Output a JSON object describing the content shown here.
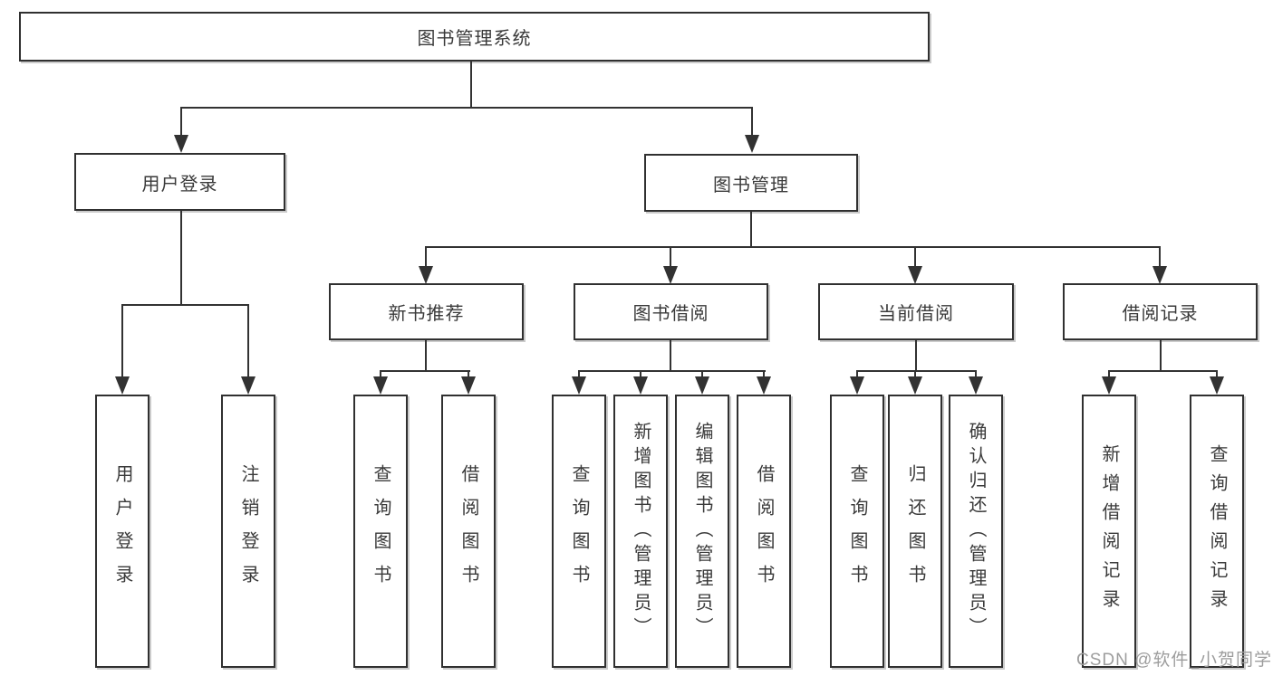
{
  "tree": {
    "label": "图书管理系统",
    "children": [
      {
        "label": "用户登录",
        "children": [
          {
            "label": "用户登录"
          },
          {
            "label": "注销登录"
          }
        ]
      },
      {
        "label": "图书管理",
        "children": [
          {
            "label": "新书推荐",
            "children": [
              {
                "label": "查询图书"
              },
              {
                "label": "借阅图书"
              }
            ]
          },
          {
            "label": "图书借阅",
            "children": [
              {
                "label": "查询图书"
              },
              {
                "label": "新增图书（管理员）"
              },
              {
                "label": "编辑图书（管理员）"
              },
              {
                "label": "借阅图书"
              }
            ]
          },
          {
            "label": "当前借阅",
            "children": [
              {
                "label": "查询图书"
              },
              {
                "label": "归还图书"
              },
              {
                "label": "确认归还（管理员）"
              }
            ]
          },
          {
            "label": "借阅记录",
            "children": [
              {
                "label": "新增借阅记录"
              },
              {
                "label": "查询借阅记录"
              }
            ]
          }
        ]
      }
    ]
  },
  "watermark": {
    "text": "CSDN @软件_小贺同学"
  },
  "colors": {
    "line": "#323232",
    "box_border": "#303030",
    "box_background": "#ffffff",
    "text": "#3a3a3a",
    "watermark": "#9d9d9d",
    "page_background": "#ffffff"
  },
  "diagram_type": "feature-tree"
}
